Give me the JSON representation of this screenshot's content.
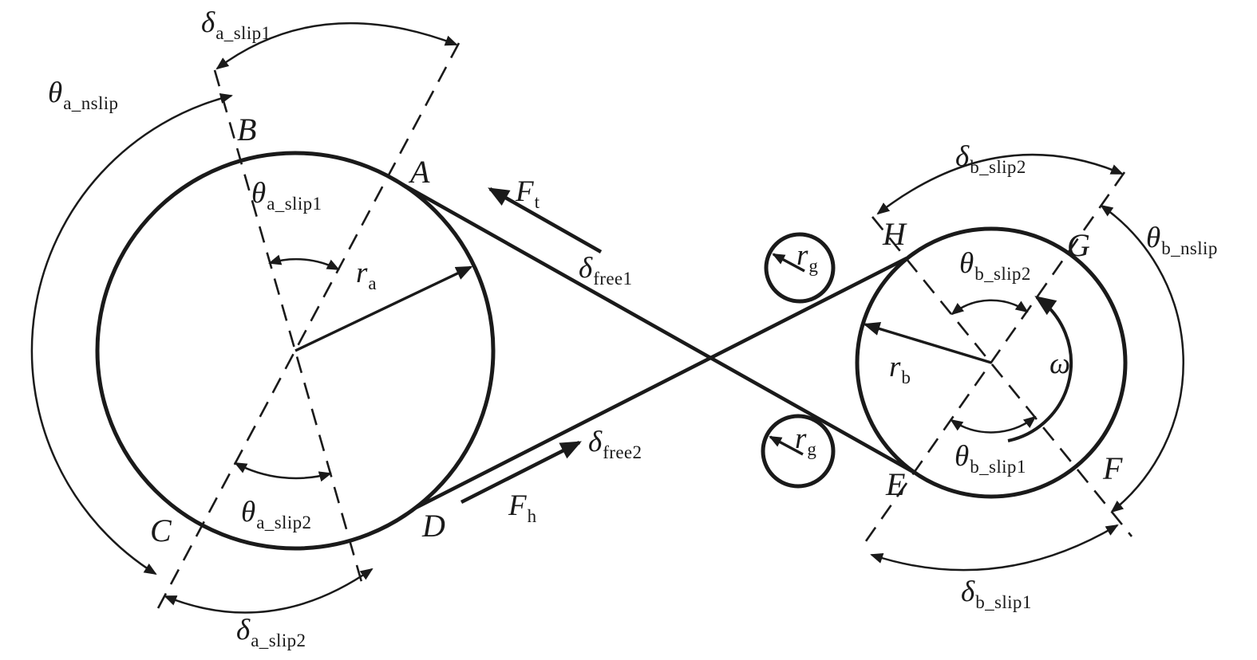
{
  "figure": {
    "background": "#ffffff",
    "line_color": "#1a1a1a"
  },
  "labels": {
    "delta_a_slip1": {
      "main": "δ",
      "sub": "a_slip1"
    },
    "theta_a_nslip": {
      "main": "θ",
      "sub": "a_nslip"
    },
    "point_b": {
      "main": "B",
      "sub": ""
    },
    "theta_a_slip1": {
      "main": "θ",
      "sub": "a_slip1"
    },
    "point_a": {
      "main": "A",
      "sub": ""
    },
    "force_ft": {
      "main": "F",
      "sub": "t"
    },
    "delta_free1": {
      "main": "δ",
      "sub": "free1"
    },
    "radius_ra": {
      "main": "r",
      "sub": "a"
    },
    "point_c": {
      "main": "C",
      "sub": ""
    },
    "theta_a_slip2": {
      "main": "θ",
      "sub": "a_slip2"
    },
    "point_d": {
      "main": "D",
      "sub": ""
    },
    "force_fh": {
      "main": "F",
      "sub": "h"
    },
    "delta_free2": {
      "main": "δ",
      "sub": "free2"
    },
    "delta_a_slip2": {
      "main": "δ",
      "sub": "a_slip2"
    },
    "point_h": {
      "main": "H",
      "sub": ""
    },
    "radius_rg_top": {
      "main": "r",
      "sub": "g"
    },
    "radius_rg_bottom": {
      "main": "r",
      "sub": "g"
    },
    "delta_b_slip2": {
      "main": "δ",
      "sub": "b_slip2"
    },
    "point_g": {
      "main": "G",
      "sub": ""
    },
    "theta_b_nslip": {
      "main": "θ",
      "sub": "b_nslip"
    },
    "theta_b_slip2": {
      "main": "θ",
      "sub": "b_slip2"
    },
    "radius_rb": {
      "main": "r",
      "sub": "b"
    },
    "omega": {
      "main": "ω",
      "sub": ""
    },
    "theta_b_slip1": {
      "main": "θ",
      "sub": "b_slip1"
    },
    "point_e": {
      "main": "E",
      "sub": ""
    },
    "point_f": {
      "main": "F",
      "sub": ""
    },
    "delta_b_slip1": {
      "main": "δ",
      "sub": "b_slip1"
    }
  }
}
